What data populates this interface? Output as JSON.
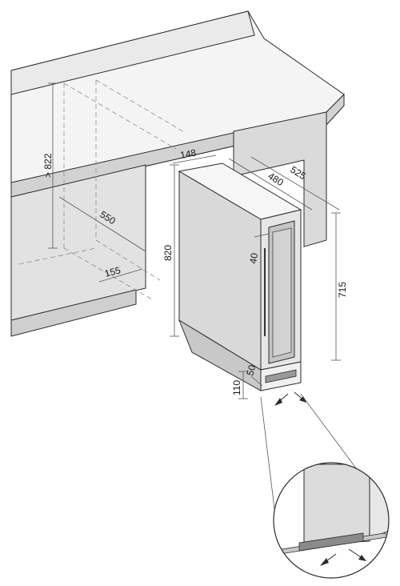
{
  "dimensions": {
    "niche_height": "> 822",
    "niche_depth": "550",
    "plinth_depth": "155",
    "width": "148",
    "depth_body": "480",
    "depth_total": "525",
    "height_total": "820",
    "door_gap": "40",
    "height_body": "715",
    "plinth_height": "110",
    "plinth_setback": "50"
  },
  "colors": {
    "background": "#ffffff",
    "counter_top": "#f2f2f2",
    "counter_front": "#cfcfcf",
    "cabinet_side": "#dedede",
    "cabinet_front": "#e8e8e8",
    "appliance_side": "#d9d9d9",
    "door_glass": "#bdbdbd",
    "line": "#2a2a2a"
  }
}
